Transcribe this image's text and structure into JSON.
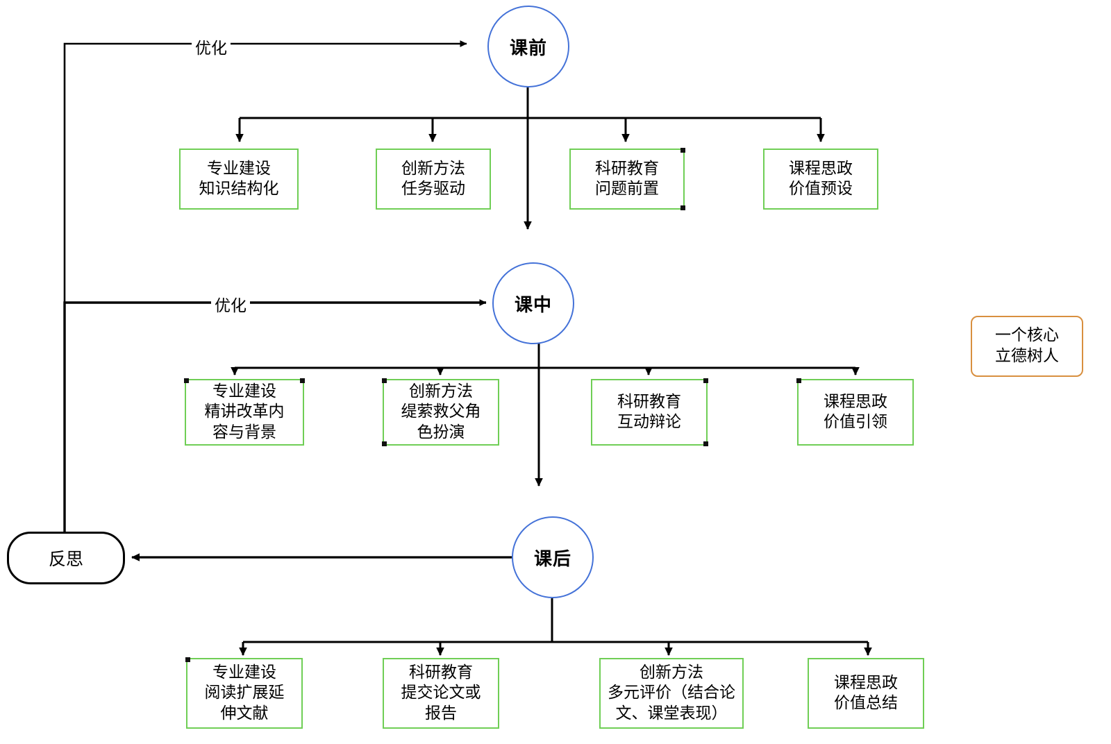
{
  "diagram": {
    "title_nodes": [
      {
        "id": "pre",
        "label": "课前"
      },
      {
        "id": "mid",
        "label": "课中"
      },
      {
        "id": "post",
        "label": "课后"
      }
    ],
    "reflect": {
      "label": "反思"
    },
    "core": {
      "line1": "一个核心",
      "line2": "立德树人"
    },
    "edge_labels": {
      "optimize_pre": "优化",
      "optimize_mid": "优化"
    },
    "rows": [
      {
        "stage": "课前",
        "boxes": [
          {
            "line1": "专业建设",
            "line2": "知识结构化",
            "line3": ""
          },
          {
            "line1": "创新方法",
            "line2": "任务驱动",
            "line3": ""
          },
          {
            "line1": "科研教育",
            "line2": "问题前置",
            "line3": ""
          },
          {
            "line1": "课程思政",
            "line2": "价值预设",
            "line3": ""
          }
        ]
      },
      {
        "stage": "课中",
        "boxes": [
          {
            "line1": "专业建设",
            "line2": "精讲改革内",
            "line3": "容与背景"
          },
          {
            "line1": "创新方法",
            "line2": "缇萦救父角",
            "line3": "色扮演"
          },
          {
            "line1": "科研教育",
            "line2": "互动辩论",
            "line3": ""
          },
          {
            "line1": "课程思政",
            "line2": "价值引领",
            "line3": ""
          }
        ]
      },
      {
        "stage": "课后",
        "boxes": [
          {
            "line1": "专业建设",
            "line2": "阅读扩展延",
            "line3": "伸文献"
          },
          {
            "line1": "科研教育",
            "line2": "提交论文或",
            "line3": "报告"
          },
          {
            "line1": "创新方法",
            "line2": "多元评价（结合论",
            "line3": "文、课堂表现）"
          },
          {
            "line1": "课程思政",
            "line2": "价值总结",
            "line3": ""
          }
        ]
      }
    ],
    "colors": {
      "stage_border": "#4472d8",
      "leaf_border": "#6fce55",
      "core_border": "#d88f3f",
      "line": "#000000"
    }
  }
}
